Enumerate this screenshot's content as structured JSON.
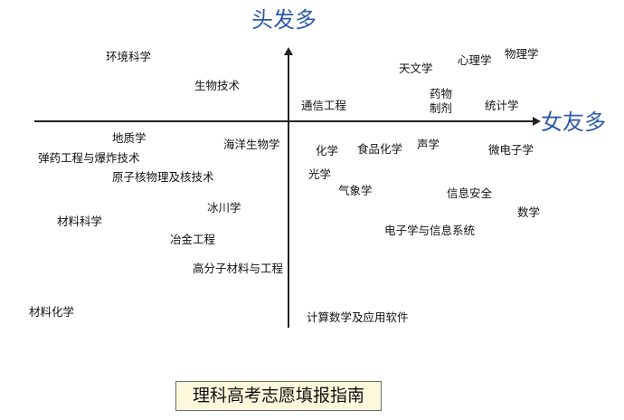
{
  "axes": {
    "vertical_label": "头发多",
    "horizontal_label": "女友多",
    "label_color": "#2e5aa8"
  },
  "subjects": [
    "环境科学",
    "生物技术",
    "通信工程",
    "天文学",
    "心理学",
    "物理学",
    "药物",
    "制剂",
    "统计学",
    "地质学",
    "海洋生物学",
    "弹药工程与爆炸技术",
    "化学",
    "食品化学",
    "声学",
    "微电子学",
    "原子核物理及核技术",
    "光学",
    "气象学",
    "信息安全",
    "冰川学",
    "数学",
    "材料科学",
    "电子学与信息系统",
    "冶金工程",
    "高分子材料与工程",
    "材料化学",
    "计算数学及应用软件"
  ],
  "caption": "理科高考志愿填报指南",
  "caption_background": "#fdf7dc"
}
